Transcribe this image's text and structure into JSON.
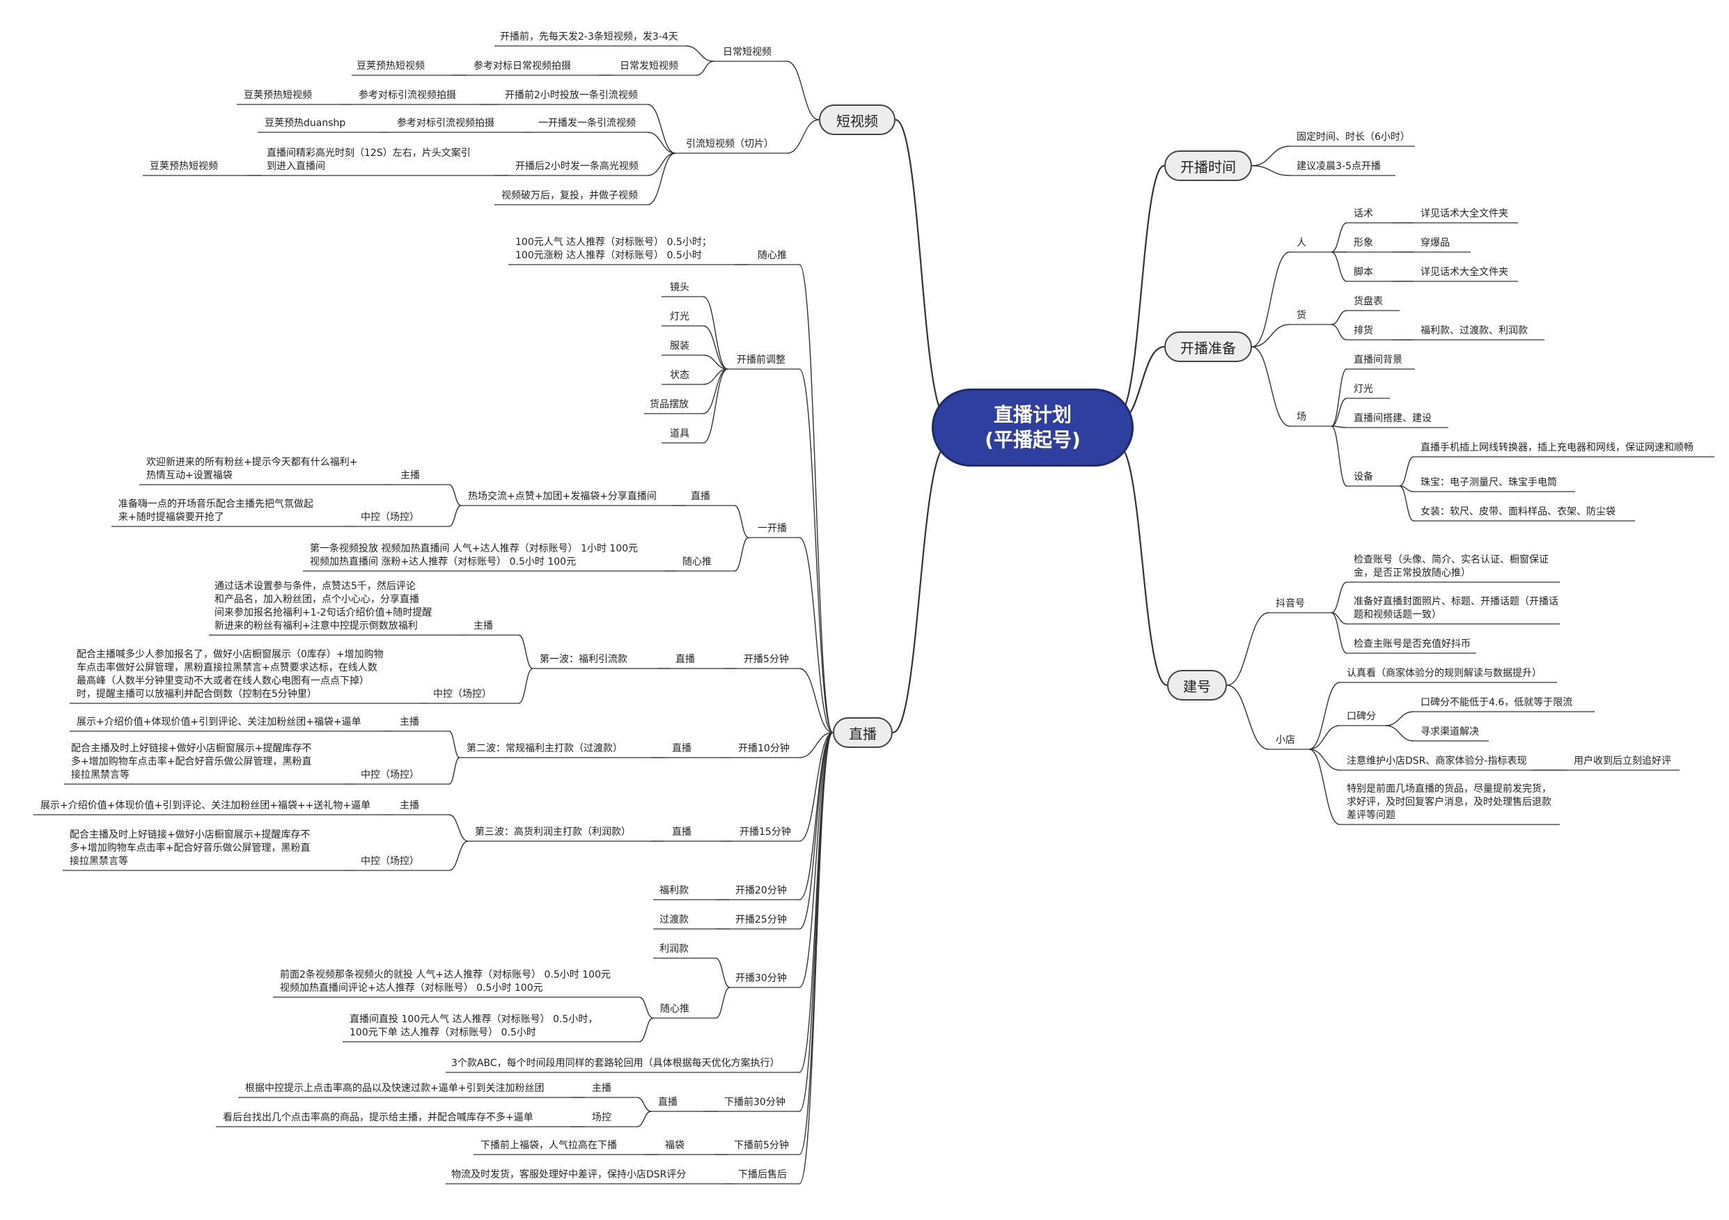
{
  "root": {
    "line1": "直播计划",
    "line2": "(平播起号)"
  },
  "main": {
    "shortvideo": "短视频",
    "live": "直播",
    "time": "开播时间",
    "prep": "开播准备",
    "account": "建号"
  },
  "t": {
    "sv_daily": "日常短视频",
    "sv_d1": "开播前，先每天发2-3条短视频，发3-4天",
    "sv_d2": "日常发短视频",
    "sv_d2a": "参考对标日常视频拍摄",
    "sv_d2b": "豆荚预热短视频",
    "sv_drain": "引流短视频（切片）",
    "sv_r1": "开播前2小时投放一条引流视频",
    "sv_r1a": "参考对标引流视频拍摄",
    "sv_r1b": "豆荚预热短视频",
    "sv_r2": "一开播发一条引流视频",
    "sv_r2a": "参考对标引流视频拍摄",
    "sv_r2b": "豆荚预热duanshp",
    "sv_r3": "开播后2小时发一条高光视频",
    "sv_r3a": "直播间精彩高光时刻（12S）左右，片头文案引\n到进入直播间",
    "sv_r3b": "豆荚预热短视频",
    "sv_r4": "视频破万后，复投，并做子视频",
    "lv_sx": "随心推",
    "lv_sx_t": "100元人气 达人推荐（对标账号） 0.5小时；\n100元涨粉 达人推荐（对标账号） 0.5小时",
    "lv_pre": "开播前调整",
    "lv_pre1": "镜头",
    "lv_pre2": "灯光",
    "lv_pre3": "服装",
    "lv_pre4": "状态",
    "lv_pre5": "货品摆放",
    "lv_pre6": "道具",
    "lv_open": "一开播",
    "lv_o_hot": "热场交流+点赞+加团+发福袋+分享直播间",
    "lv_o_zb": "直播",
    "lv_o_host": "主播",
    "lv_o_host_t": "欢迎新进来的所有粉丝+提示今天都有什么福利+\n热情互动+设置福袋",
    "lv_o_ctrl": "中控（场控）",
    "lv_o_ctrl_t": "准备嗨一点的开场音乐配合主播先把气氛做起\n来+随时提福袋要开抢了",
    "lv_o_sx": "随心推",
    "lv_o_sx_t": "第一条视频投放 视频加热直播间 人气+达人推荐（对标账号） 1小时 100元\n视频加热直播间 涨粉+达人推荐（对标账号） 0.5小时 100元",
    "lv_5": "开播5分钟",
    "lv_5_zb": "直播",
    "lv_5_wave": "第一波：福利引流款",
    "lv_5_host": "主播",
    "lv_5_host_t": "通过话术设置参与条件，点赞达5千，然后评论\n和产品名，加入粉丝团，点个小心心，分享直播\n间来参加报名抢福利+1-2句话介绍价值+随时提醒\n新进来的粉丝有福利+注意中控提示倒数放福利",
    "lv_5_ctrl": "中控（场控）",
    "lv_5_ctrl_t": "配合主播喊多少人参加报名了，做好小店橱窗展示（0库存）+增加购物\n车点击率做好公屏管理，黑粉直接拉黑禁言+点赞要求达标，在线人数\n最高峰（人数半分钟里变动不大或者在线人数心电图有一点点下掉）\n时，提醒主播可以放福利并配合倒数（控制在5分钟里）",
    "lv_10": "开播10分钟",
    "lv_10_zb": "直播",
    "lv_10_wave": "第二波：常规福利主打款（过渡款）",
    "lv_10_host": "主播",
    "lv_10_host_t": "展示+介绍价值+体现价值+引到评论、关注加粉丝团+福袋+逼单",
    "lv_10_ctrl": "中控（场控）",
    "lv_10_ctrl_t": "配合主播及时上好链接+做好小店橱窗展示+提醒库存不\n多+增加购物车点击率+配合好音乐做公屏管理，黑粉直\n接拉黑禁言等",
    "lv_15": "开播15分钟",
    "lv_15_zb": "直播",
    "lv_15_wave": "第三波：高货利润主打款（利润款）",
    "lv_15_host": "主播",
    "lv_15_host_t": "展示+介绍价值+体现价值+引到评论、关注加粉丝团+福袋++送礼物+逼单",
    "lv_15_ctrl": "中控（场控）",
    "lv_15_ctrl_t": "配合主播及时上好链接+做好小店橱窗展示+提醒库存不\n多+增加购物车点击率+配合好音乐做公屏管理，黑粉直\n接拉黑禁言等",
    "lv_20": "开播20分钟",
    "lv_20a": "福利款",
    "lv_25": "开播25分钟",
    "lv_25a": "过渡款",
    "lv_30": "开播30分钟",
    "lv_30a": "利润款",
    "lv_30_sx": "随心推",
    "lv_30_sx1": "前面2条视频那条视频火的就投 人气+达人推荐（对标账号） 0.5小时 100元\n视频加热直播间评论+达人推荐（对标账号） 0.5小时 100元",
    "lv_30_sx2": "直播间直投 100元人气 达人推荐（对标账号） 0.5小时，\n100元下单 达人推荐（对标账号） 0.5小时",
    "lv_abc": "3个款ABC，每个时间段用同样的套路轮回用（具体根据每天优化方案执行）",
    "lv_e30": "下播前30分钟",
    "lv_e30_zb": "直播",
    "lv_e30_host": "主播",
    "lv_e30_host_t": "根据中控提示上点击率高的品以及快速过款+逼单+引到关注加粉丝团",
    "lv_e30_ctrl": "场控",
    "lv_e30_ctrl_t": "看后台找出几个点击率高的商品，提示给主播，并配合喊库存不多+逼单",
    "lv_e5": "下播前5分钟",
    "lv_e5_fd": "福袋",
    "lv_e5_t": "下播前上福袋，人气拉高在下播",
    "lv_after": "下播后售后",
    "lv_after_t": "物流及时发货，客服处理好中差评，保持小店DSR评分",
    "tm1": "固定时间、时长（6小时）",
    "tm2": "建议凌晨3-5点开播",
    "pp_person": "人",
    "pp_p1": "话术",
    "pp_p1a": "详见话术大全文件夹",
    "pp_p2": "形象",
    "pp_p2a": "穿爆品",
    "pp_p3": "脚本",
    "pp_p3a": "详见话术大全文件夹",
    "pp_goods": "货",
    "pp_g1": "货盘表",
    "pp_g2": "排货",
    "pp_g2a": "福利款、过渡款、利润款",
    "pp_place": "场",
    "pp_s1": "直播间背景",
    "pp_s2": "灯光",
    "pp_s3": "直播间搭建、建设",
    "pp_s4": "设备",
    "pp_s4a": "直播手机插上网线转换器，插上充电器和网线，保证网速和顺畅",
    "pp_s4b": "珠宝：电子测量尺、珠宝手电筒",
    "pp_s4c": "女装：软尺、皮带、面料样品、衣架、防尘袋",
    "ac_dy": "抖音号",
    "ac_dy1": "检查账号（头像、简介、实名认证、橱窗保证\n金，是否正常投放随心推）",
    "ac_dy2": "准备好直播封面照片、标题、开播话题（开播话\n题和视频话题一致）",
    "ac_dy3": "检查主账号是否充值好抖币",
    "ac_shop": "小店",
    "ac_s1": "认真看（商家体验分的规则解读与数据提升）",
    "ac_s2": "口碑分",
    "ac_s2a": "口碑分不能低于4.6，低就等于限流",
    "ac_s2b": "寻求渠道解决",
    "ac_s3": "注意维护小店DSR、商家体验分-指标表现",
    "ac_s3a": "用户收到后立刻追好评",
    "ac_s4": "特别是前面几场直播的货品，尽量提前发完货，\n求好评，及时回复客户消息，及时处理售后退款\n差评等问题"
  }
}
